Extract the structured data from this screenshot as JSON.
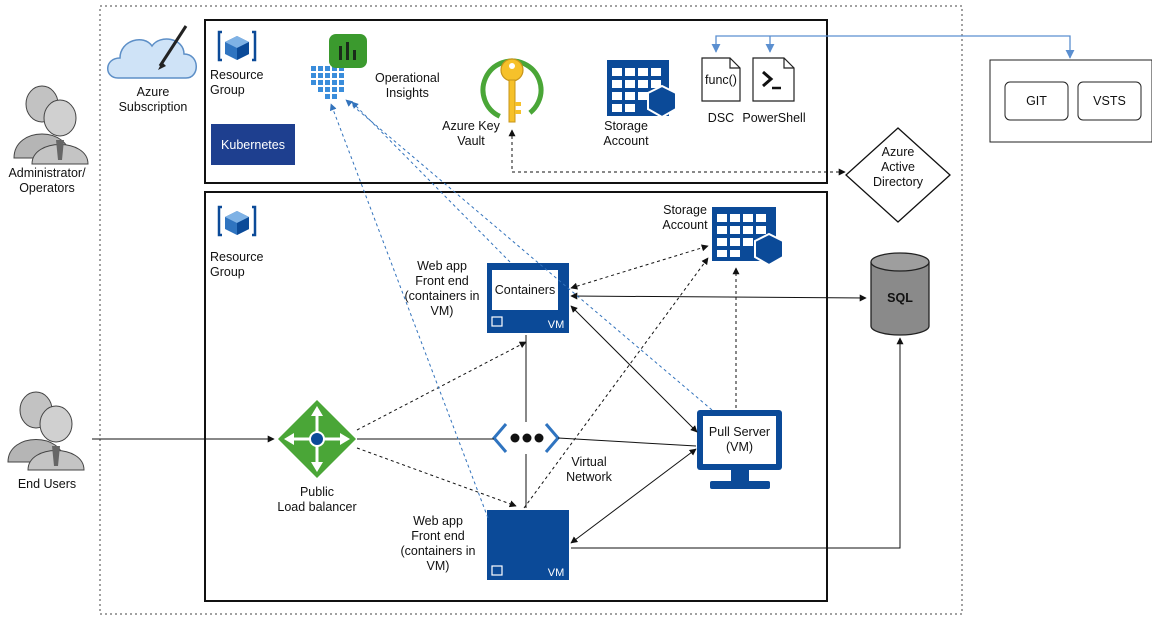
{
  "subscription": {
    "label_line1": "Azure",
    "label_line2": "Subscription"
  },
  "rg_top": {
    "title_line1": "Resource",
    "title_line2": "Group",
    "kubernetes": "Kubernetes",
    "operational_insights_line1": "Operational",
    "operational_insights_line2": "Insights",
    "key_vault_line1": "Azure Key",
    "key_vault_line2": "Vault",
    "storage_line1": "Storage",
    "storage_line2": "Account",
    "func_text": "func()",
    "dsc_label": "DSC",
    "powershell_label": "PowerShell"
  },
  "aad": {
    "line1": "Azure",
    "line2": "Active",
    "line3": "Directory"
  },
  "repos": {
    "git": "GIT",
    "vsts": "VSTS"
  },
  "actors": {
    "admin_line1": "Administrator/",
    "admin_line2": "Operators",
    "end_users": "End Users"
  },
  "rg_bottom": {
    "title_line1": "Resource",
    "title_line2": "Group",
    "storage_line1": "Storage",
    "storage_line2": "Account",
    "webapp_top": [
      "Web app",
      "Front end",
      "(containers in",
      "VM)"
    ],
    "webapp_bottom": [
      "Web app",
      "Front end",
      "(containers in",
      "VM)"
    ],
    "containers": "Containers",
    "vm_tag": "VM",
    "vm_tag_bottom": "VM",
    "pull_server_line1": "Pull Server",
    "pull_server_line2": "(VM)",
    "vnet_line1": "Virtual",
    "vnet_line2": "Network",
    "lb_line1": "Public",
    "lb_line2": "Load balancer",
    "sql": "SQL"
  },
  "colors": {
    "azure_blue": "#0b4a98",
    "green": "#4aa637",
    "light_blue_arrow": "#3c78b4",
    "dotted_blue": "#3373bc",
    "border": "#111111",
    "grey_db": "#8a8a8a"
  }
}
